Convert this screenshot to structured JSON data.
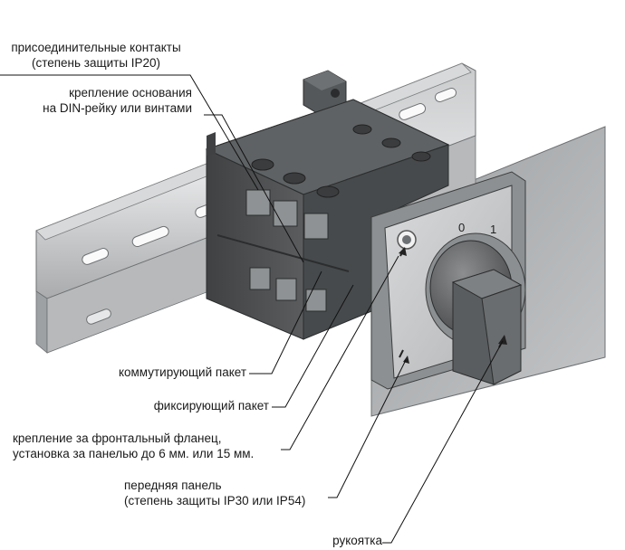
{
  "callouts": {
    "contacts": {
      "line1": "присоединительные контакты",
      "line2": "(степень защиты IP20)"
    },
    "din_mount": {
      "line1": "крепление основания",
      "line2": "на DIN-рейку или винтами"
    },
    "switching_pack": {
      "text": "коммутирующий пакет"
    },
    "fixing_pack": {
      "text": "фиксирующий пакет"
    },
    "flange_mount": {
      "line1": "крепление за фронтальный фланец,",
      "line2": "установка за панелью до 6 мм. или 15 мм."
    },
    "front_panel": {
      "line1": "передняя панель",
      "line2": "(степень защиты IP30 или IP54)"
    },
    "handle": {
      "text": "рукоятка"
    }
  },
  "dial": {
    "pos0": "0",
    "pos1": "1"
  }
}
